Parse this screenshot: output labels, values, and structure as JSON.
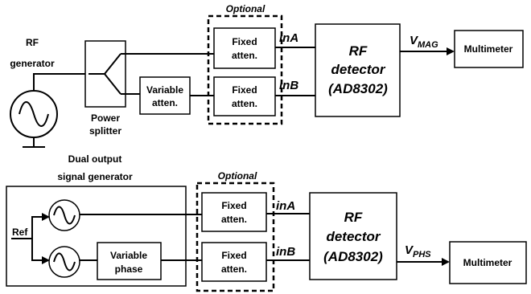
{
  "top": {
    "rf_generator": [
      "RF",
      "generator"
    ],
    "power_splitter": [
      "Power",
      "splitter"
    ],
    "variable_atten": [
      "Variable",
      "atten."
    ],
    "optional": "Optional",
    "fixed_atten_a": [
      "Fixed",
      "atten."
    ],
    "fixed_atten_b": [
      "Fixed",
      "atten."
    ],
    "in_a": "inA",
    "in_b": "inB",
    "detector": [
      "RF",
      "detector",
      "(AD8302)"
    ],
    "v_main": "V",
    "v_sub": "MAG",
    "multimeter": "Multimeter"
  },
  "bottom": {
    "dual_generator": [
      "Dual output",
      "signal generator"
    ],
    "ref": "Ref",
    "variable_phase": [
      "Variable",
      "phase"
    ],
    "optional": "Optional",
    "fixed_atten_a": [
      "Fixed",
      "atten."
    ],
    "fixed_atten_b": [
      "Fixed",
      "atten."
    ],
    "in_a": "inA",
    "in_b": "inB",
    "detector": [
      "RF",
      "detector",
      "(AD8302)"
    ],
    "v_main": "V",
    "v_sub": "PHS",
    "multimeter": "Multimeter"
  }
}
